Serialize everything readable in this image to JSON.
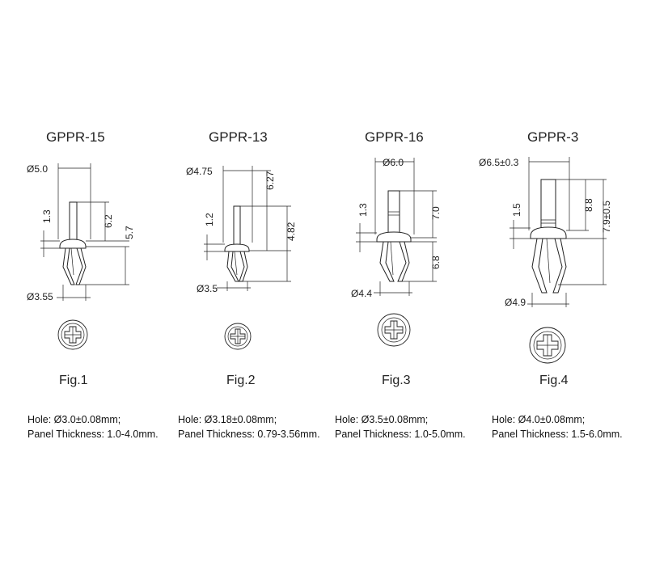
{
  "figures": [
    {
      "title": "GPPR-15",
      "caption": "Fig.1",
      "dims": {
        "head_dia": "Ø5.0",
        "head_thk": "1.3",
        "pin_len": "6.2",
        "body_len": "5.7",
        "leg_dia": "Ø3.55"
      },
      "hole": "Hole: Ø3.0±0.08mm;",
      "panel": "Panel Thickness: 1.0-4.0mm."
    },
    {
      "title": "GPPR-13",
      "caption": "Fig.2",
      "dims": {
        "head_dia": "Ø4.75",
        "head_thk": "1.2",
        "pin_len": "6.27",
        "body_len": "4.82",
        "leg_dia": "Ø3.5"
      },
      "hole": "Hole: Ø3.18±0.08mm;",
      "panel": "Panel Thickness: 0.79-3.56mm."
    },
    {
      "title": "GPPR-16",
      "caption": "Fig.3",
      "dims": {
        "head_dia": "Ø6.0",
        "head_thk": "1.3",
        "pin_len": "7.0",
        "body_len": "6.8",
        "leg_dia": "Ø4.4"
      },
      "hole": "Hole: Ø3.5±0.08mm;",
      "panel": "Panel Thickness: 1.0-5.0mm."
    },
    {
      "title": "GPPR-3",
      "caption": "Fig.4",
      "dims": {
        "head_dia": "Ø6.5±0.3",
        "head_thk": "1.5",
        "pin_len": "8.8",
        "body_len": "7.9±0.5",
        "leg_dia": "Ø4.9"
      },
      "hole": "Hole: Ø4.0±0.08mm;",
      "panel": "Panel Thickness: 1.5-6.0mm."
    }
  ]
}
